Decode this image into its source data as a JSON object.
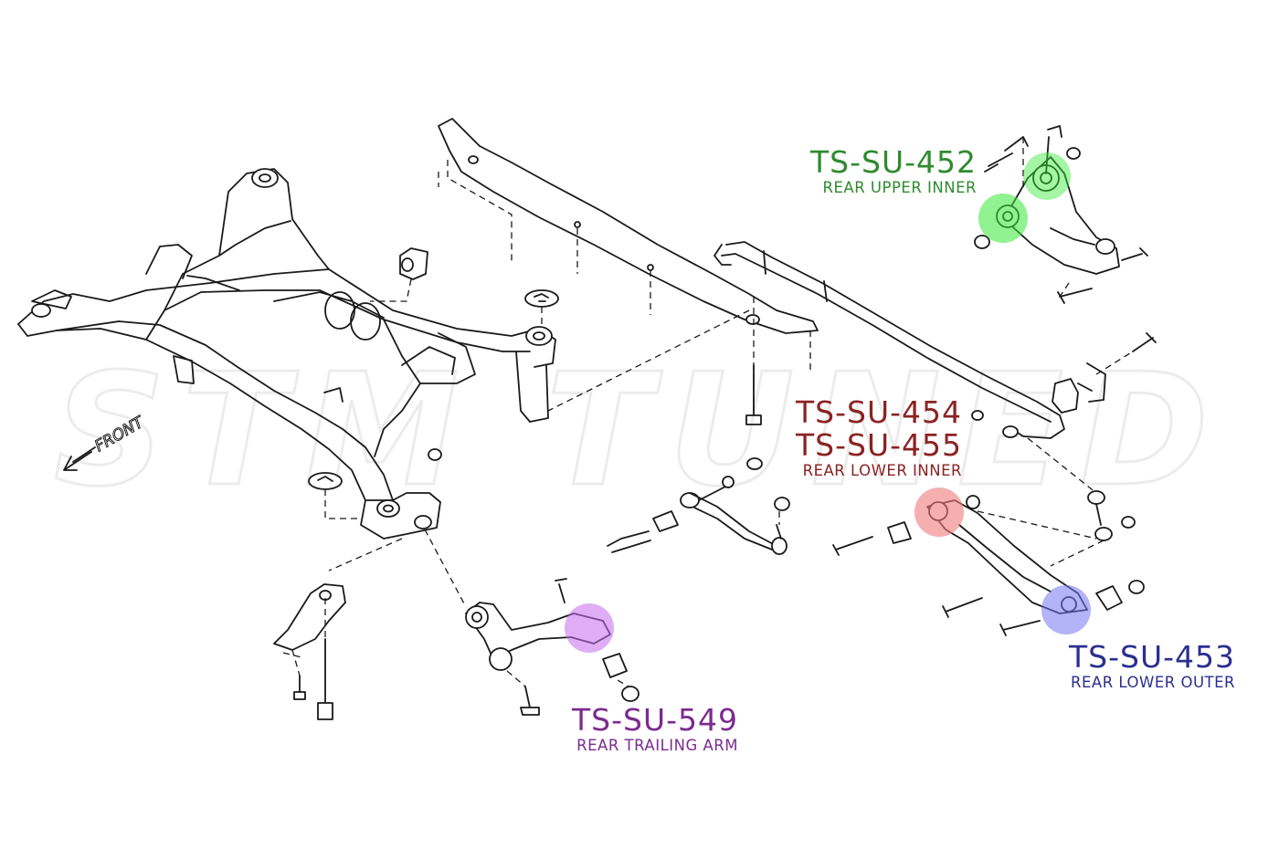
{
  "diagram": {
    "watermark": "STM TUNED",
    "front_marker": "FRONT",
    "colors": {
      "green": "#2e8b2e",
      "green_highlight": "#36e836",
      "red": "#8b2323",
      "red_highlight": "#f07a7a",
      "blue": "#2b2f8f",
      "blue_highlight": "#7474f0",
      "purple": "#7b2b8f",
      "purple_highlight": "#c56cf0",
      "line": "#1a1a1a"
    },
    "callouts": [
      {
        "codes": [
          "TS-SU-452"
        ],
        "description": "REAR UPPER INNER",
        "color": "#2e8b2e"
      },
      {
        "codes": [
          "TS-SU-454",
          "TS-SU-455"
        ],
        "description": "REAR LOWER INNER",
        "color": "#8b2323"
      },
      {
        "codes": [
          "TS-SU-453"
        ],
        "description": "REAR LOWER OUTER",
        "color": "#2b2f8f"
      },
      {
        "codes": [
          "TS-SU-549"
        ],
        "description": "REAR TRAILING ARM",
        "color": "#7b2b8f"
      }
    ]
  }
}
